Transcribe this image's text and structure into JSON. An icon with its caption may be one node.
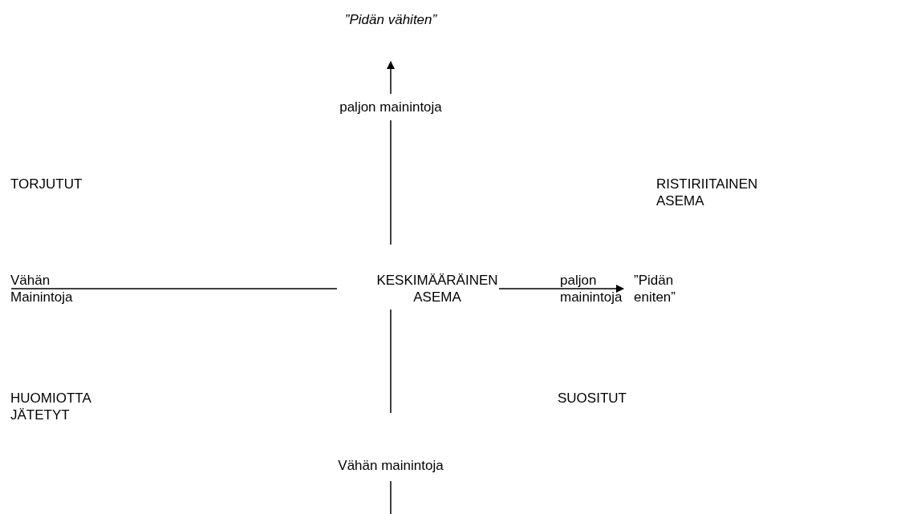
{
  "diagram": {
    "labels": [
      "”Pidän vähiten”",
      "paljon mainintoja",
      "TORJUTUT",
      "RISTIRIITAINEN ASEMA",
      "Vähän Mainintoja",
      "KESKIMÄÄRÄINEN ASEMA",
      "paljon mainintoja",
      "”Pidän eniten”",
      "HUOMIOTTA JÄTETYT",
      "SUOSITUT",
      "Vähän mainintoja"
    ]
  }
}
